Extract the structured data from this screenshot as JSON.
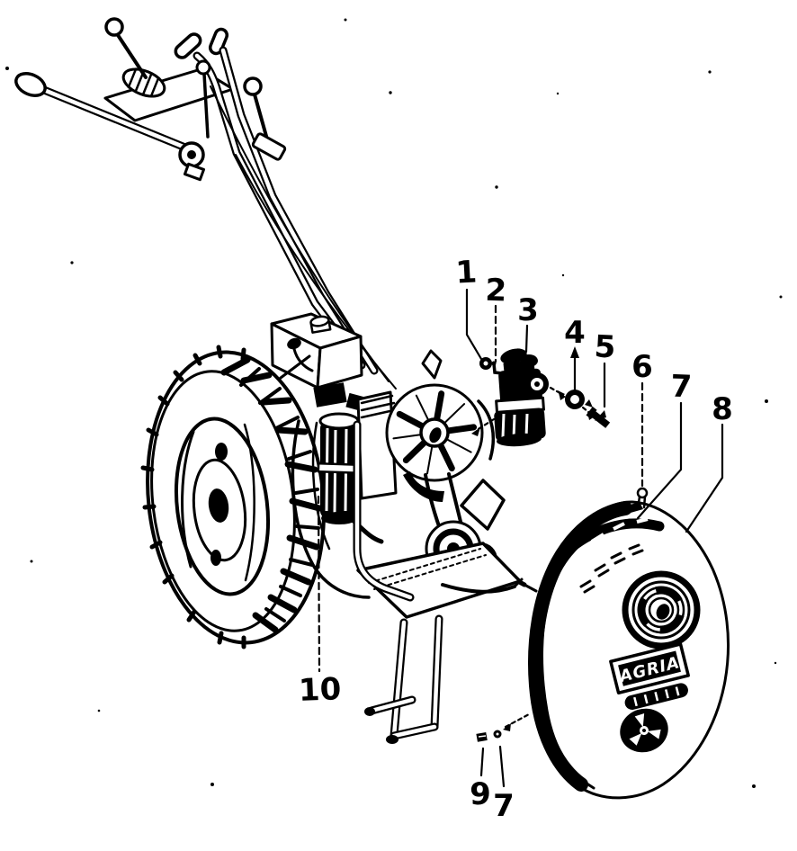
{
  "document": {
    "kind": "scanned exploded parts diagram",
    "subject": "two-wheel walk-behind tractor with handlebar, lugged wheel, engine, air filter parts and belt cover",
    "paper_color": "#ffffff",
    "ink_color": "#000000"
  },
  "callouts": [
    {
      "label": "1"
    },
    {
      "label": "2"
    },
    {
      "label": "3"
    },
    {
      "label": "4"
    },
    {
      "label": "5"
    },
    {
      "label": "6"
    },
    {
      "label": "7"
    },
    {
      "label": "8"
    },
    {
      "label": "9"
    },
    {
      "label": "7"
    },
    {
      "label": "10"
    }
  ],
  "belt_cover_badge": {
    "brand": "AGRIA"
  }
}
